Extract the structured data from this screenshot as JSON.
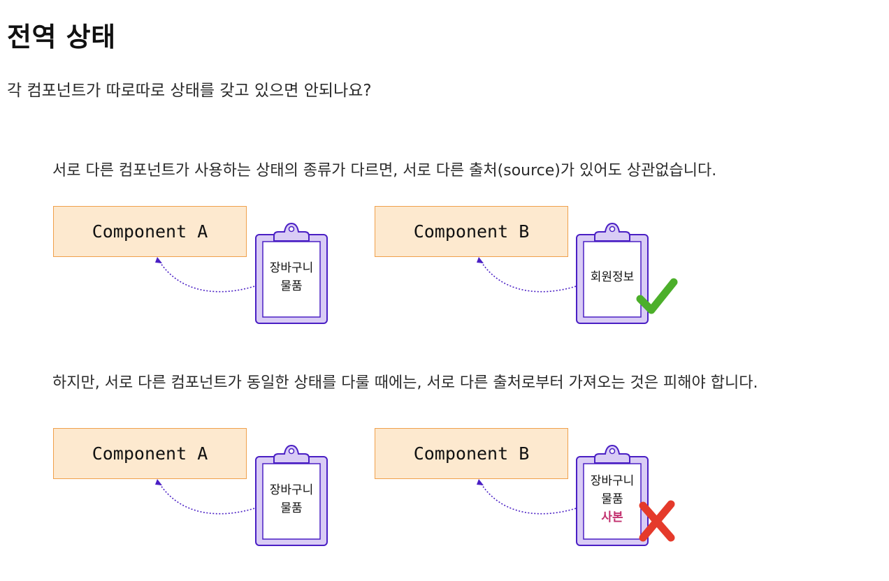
{
  "title": "전역 상태",
  "subtitle": "각 컴포넌트가 따로따로 상태를 갖고 있으면 안되나요?",
  "section1": {
    "description": "서로 다른 컴포넌트가 사용하는 상태의 종류가 다르면, 서로 다른 출처(source)가 있어도 상관없습니다.",
    "left": {
      "component": "Component A",
      "clip_lines": [
        "장바구니",
        "물품"
      ]
    },
    "right": {
      "component": "Component B",
      "clip_lines": [
        "회원정보"
      ],
      "mark": "check-icon"
    }
  },
  "section2": {
    "description": "하지만, 서로 다른 컴포넌트가 동일한 상태를 다룰 때에는, 서로 다른 출처로부터 가져오는 것은 피해야 합니다.",
    "left": {
      "component": "Component A",
      "clip_lines": [
        "장바구니",
        "물품"
      ]
    },
    "right": {
      "component": "Component B",
      "clip_lines": [
        "장바구니",
        "물품"
      ],
      "copy_label": "사본",
      "mark": "x-icon"
    }
  },
  "colors": {
    "component_fill": "#fde9cf",
    "component_border": "#f0a04b",
    "clipboard_fill": "#d9ccf5",
    "clipboard_border": "#4a1fc4",
    "arrow": "#4a1fc4",
    "check": "#4caf2a",
    "cross": "#e53a2b",
    "copy_label": "#c2306e"
  }
}
